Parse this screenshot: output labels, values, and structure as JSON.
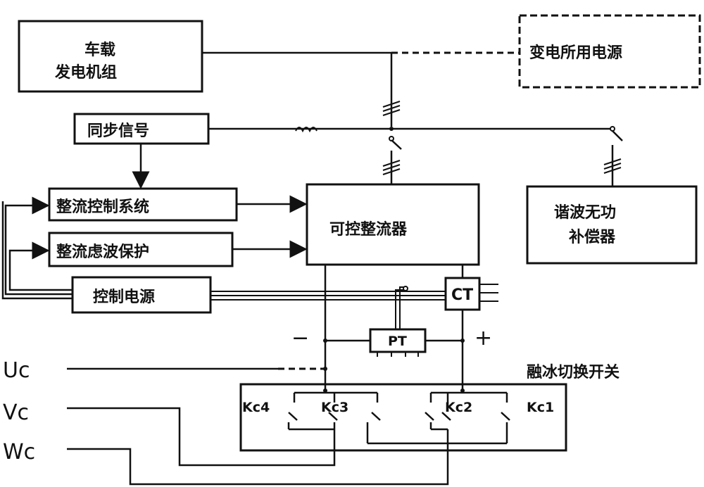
{
  "labels": {
    "vehicle_generator_line1": "车载",
    "vehicle_generator_line2": "发电机组",
    "substation_power": "变电所用电源",
    "sync_signal": "同步信号",
    "rectifier_control_system": "整流控制系统",
    "rectifier_filter_protection": "整流虑波保护",
    "control_power": "控制电源",
    "controlled_rectifier": "可控整流器",
    "harmonic_compensator_line1": "谐波无功",
    "harmonic_compensator_line2": "补偿器",
    "ct": "CT",
    "pt": "PT",
    "minus": "−",
    "plus": "+",
    "deicing_switch": "融冰切换开关",
    "kc4": "Kc4",
    "kc3": "Kc3",
    "kc2": "Kc2",
    "kc1": "Kc1",
    "uc": "Uc",
    "vc": "Vc",
    "wc": "Wc"
  }
}
